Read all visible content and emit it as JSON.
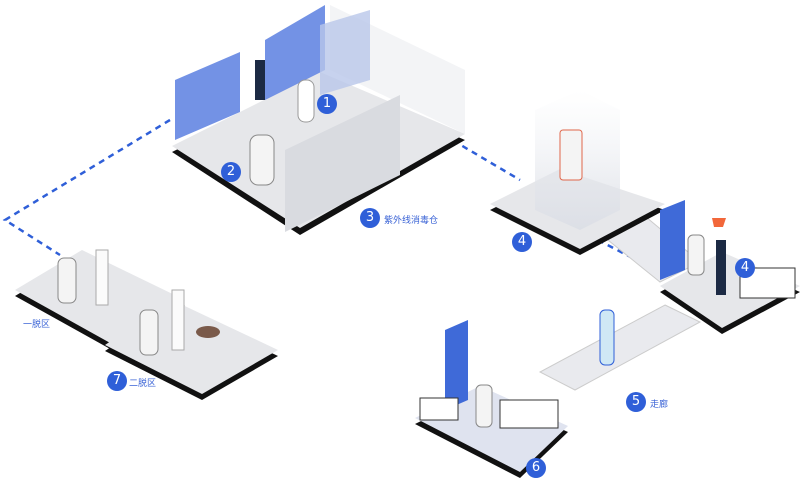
{
  "title": "Robot delivery and disinfection workflow",
  "steps": [
    {
      "number": "1"
    },
    {
      "number": "2"
    },
    {
      "number": "3",
      "label": "紫外线消毒仓"
    },
    {
      "number": "4"
    },
    {
      "number": "4"
    },
    {
      "number": "5",
      "label": "走廊"
    },
    {
      "number": "6"
    },
    {
      "number": "7",
      "label": "二脱区"
    }
  ],
  "zones": {
    "first_doffing": "一脱区"
  },
  "colors": {
    "accent": "#2f5fd8",
    "floor": "#e6e7ea",
    "edge": "#111111",
    "wall": "#5b7fe0",
    "cart": "#f2673a"
  }
}
